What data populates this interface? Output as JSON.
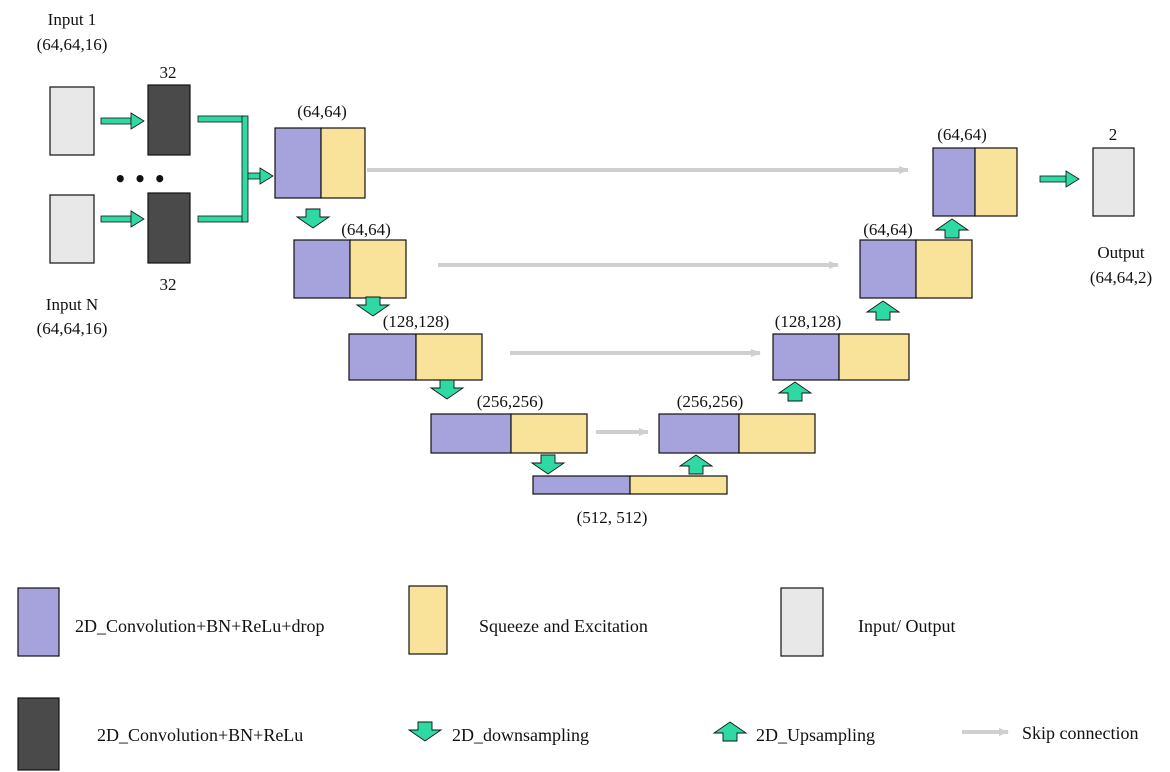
{
  "colors": {
    "conv_drop": "#a6a3dc",
    "se": "#f9e39b",
    "io": "#e8e8e8",
    "conv": "#4a4a4a",
    "arrow": "#2fd9a4",
    "skip": "#cfcfcf",
    "stroke": "#111111"
  },
  "inputs": {
    "first_label": "Input 1",
    "first_shape": "(64,64,16)",
    "last_label": "Input N",
    "last_shape": "(64,64,16)",
    "ellipsis": "• • •",
    "conv_top_label": "32",
    "conv_bottom_label": "32"
  },
  "encoder": [
    {
      "shape": "(64,64)"
    },
    {
      "shape": "(64,64)"
    },
    {
      "shape": "(128,128)"
    },
    {
      "shape": "(256,256)"
    }
  ],
  "bottleneck": {
    "shape": "(512,   512)"
  },
  "decoder": [
    {
      "shape": "(256,256)"
    },
    {
      "shape": "(128,128)"
    },
    {
      "shape": "(64,64)"
    },
    {
      "shape": "(64,64)"
    }
  ],
  "output": {
    "channels": "2",
    "label": "Output",
    "shape": "(64,64,2)"
  },
  "legend": {
    "conv_drop": "2D_Convolution+BN+ReLu+drop",
    "se": "Squeeze and Excitation",
    "io": "Input/ Output",
    "conv": "2D_Convolution+BN+ReLu",
    "down": "2D_downsampling",
    "up": "2D_Upsampling",
    "skip": "Skip connection"
  }
}
